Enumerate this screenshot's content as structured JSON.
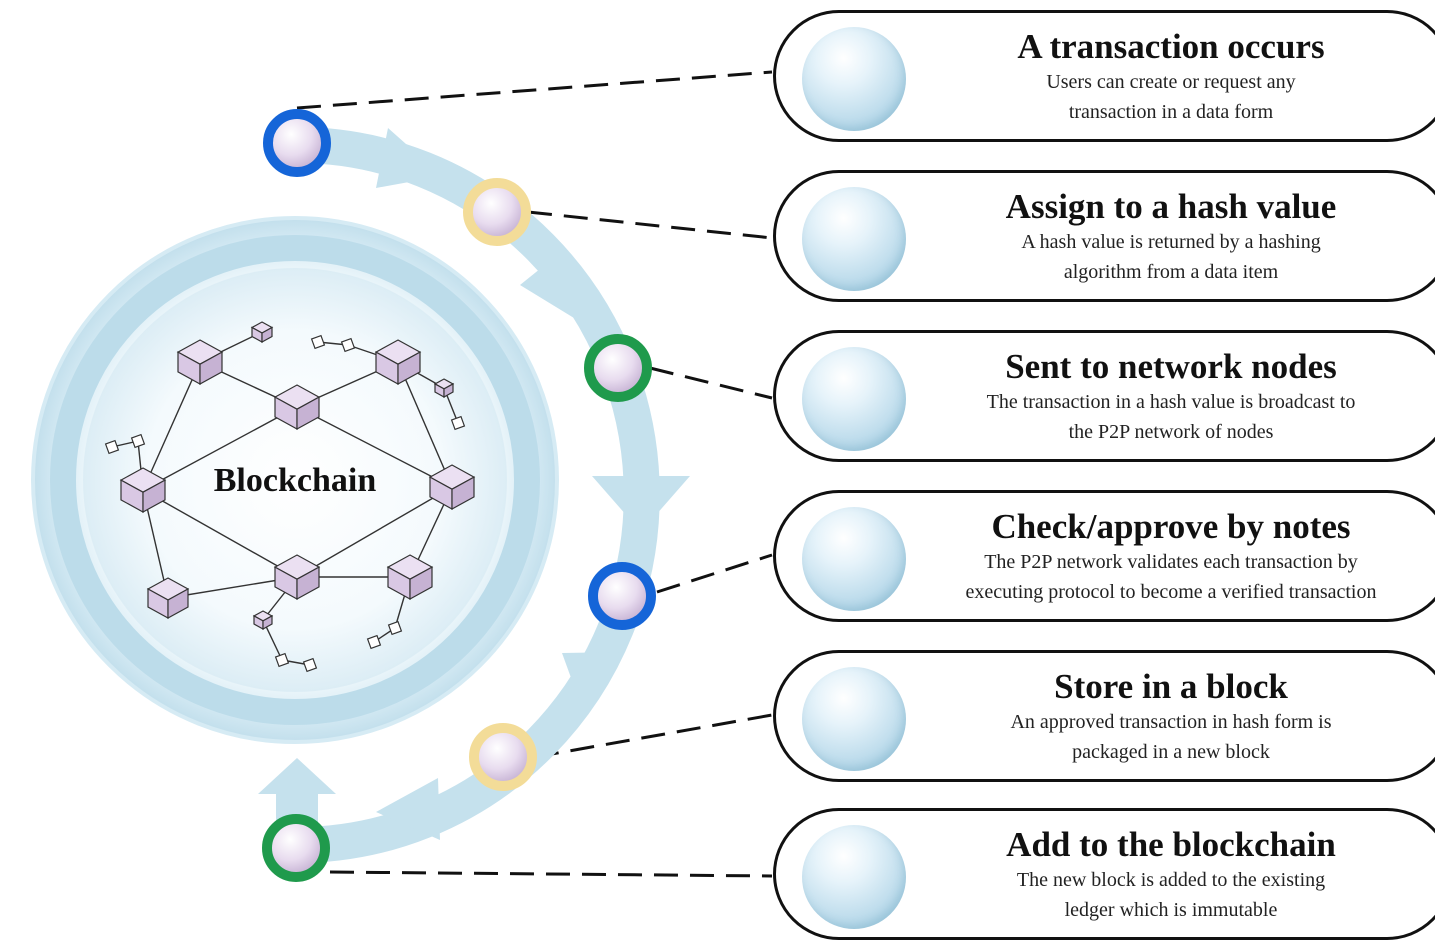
{
  "center": {
    "label": "Blockchain"
  },
  "colors": {
    "arrow": "#c5e1ed",
    "ring_blue": "#1565d8",
    "ring_yellow": "#f3dc98",
    "ring_green": "#1f9a4c",
    "card_border": "#111111",
    "cube": "#d9c8e4"
  },
  "steps": [
    {
      "title": "A transaction occurs",
      "desc1": "Users can create or request any",
      "desc2": "transaction in a data form",
      "marker": "ring_blue"
    },
    {
      "title": "Assign to a hash value",
      "desc1": "A hash value is returned by a hashing",
      "desc2": "algorithm from a data item",
      "marker": "ring_yellow"
    },
    {
      "title": "Sent to network nodes",
      "desc1": "The transaction in a hash value is broadcast to",
      "desc2": "the P2P network of nodes",
      "marker": "ring_green"
    },
    {
      "title": "Check/approve by notes",
      "desc1": "The P2P network validates each transaction by",
      "desc2": "executing protocol to become a verified transaction",
      "marker": "ring_blue"
    },
    {
      "title": "Store in a block",
      "desc1": "An approved transaction in hash form is",
      "desc2": "packaged in a new block",
      "marker": "ring_yellow"
    },
    {
      "title": "Add to the blockchain",
      "desc1": "The new block is added to the existing",
      "desc2": "ledger which is immutable",
      "marker": "ring_green"
    }
  ]
}
